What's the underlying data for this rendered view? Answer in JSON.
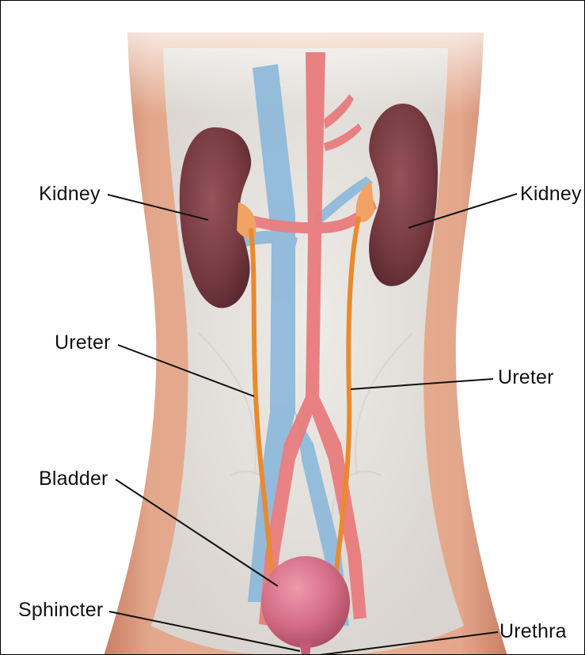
{
  "labels": {
    "kidney_left": "Kidney",
    "kidney_right": "Kidney",
    "ureter_left": "Ureter",
    "ureter_right": "Ureter",
    "bladder": "Bladder",
    "sphincter": "Sphincter",
    "urethra": "Urethra"
  },
  "colors": {
    "skin": "#d9967a",
    "cavity": "#e7e5e1",
    "kidney": "#7b3f44",
    "vein": "#8fb9da",
    "artery": "#e97c7e",
    "ureter": "#e98a2e",
    "bladder": "#d06a84",
    "leader_line": "#111111"
  }
}
